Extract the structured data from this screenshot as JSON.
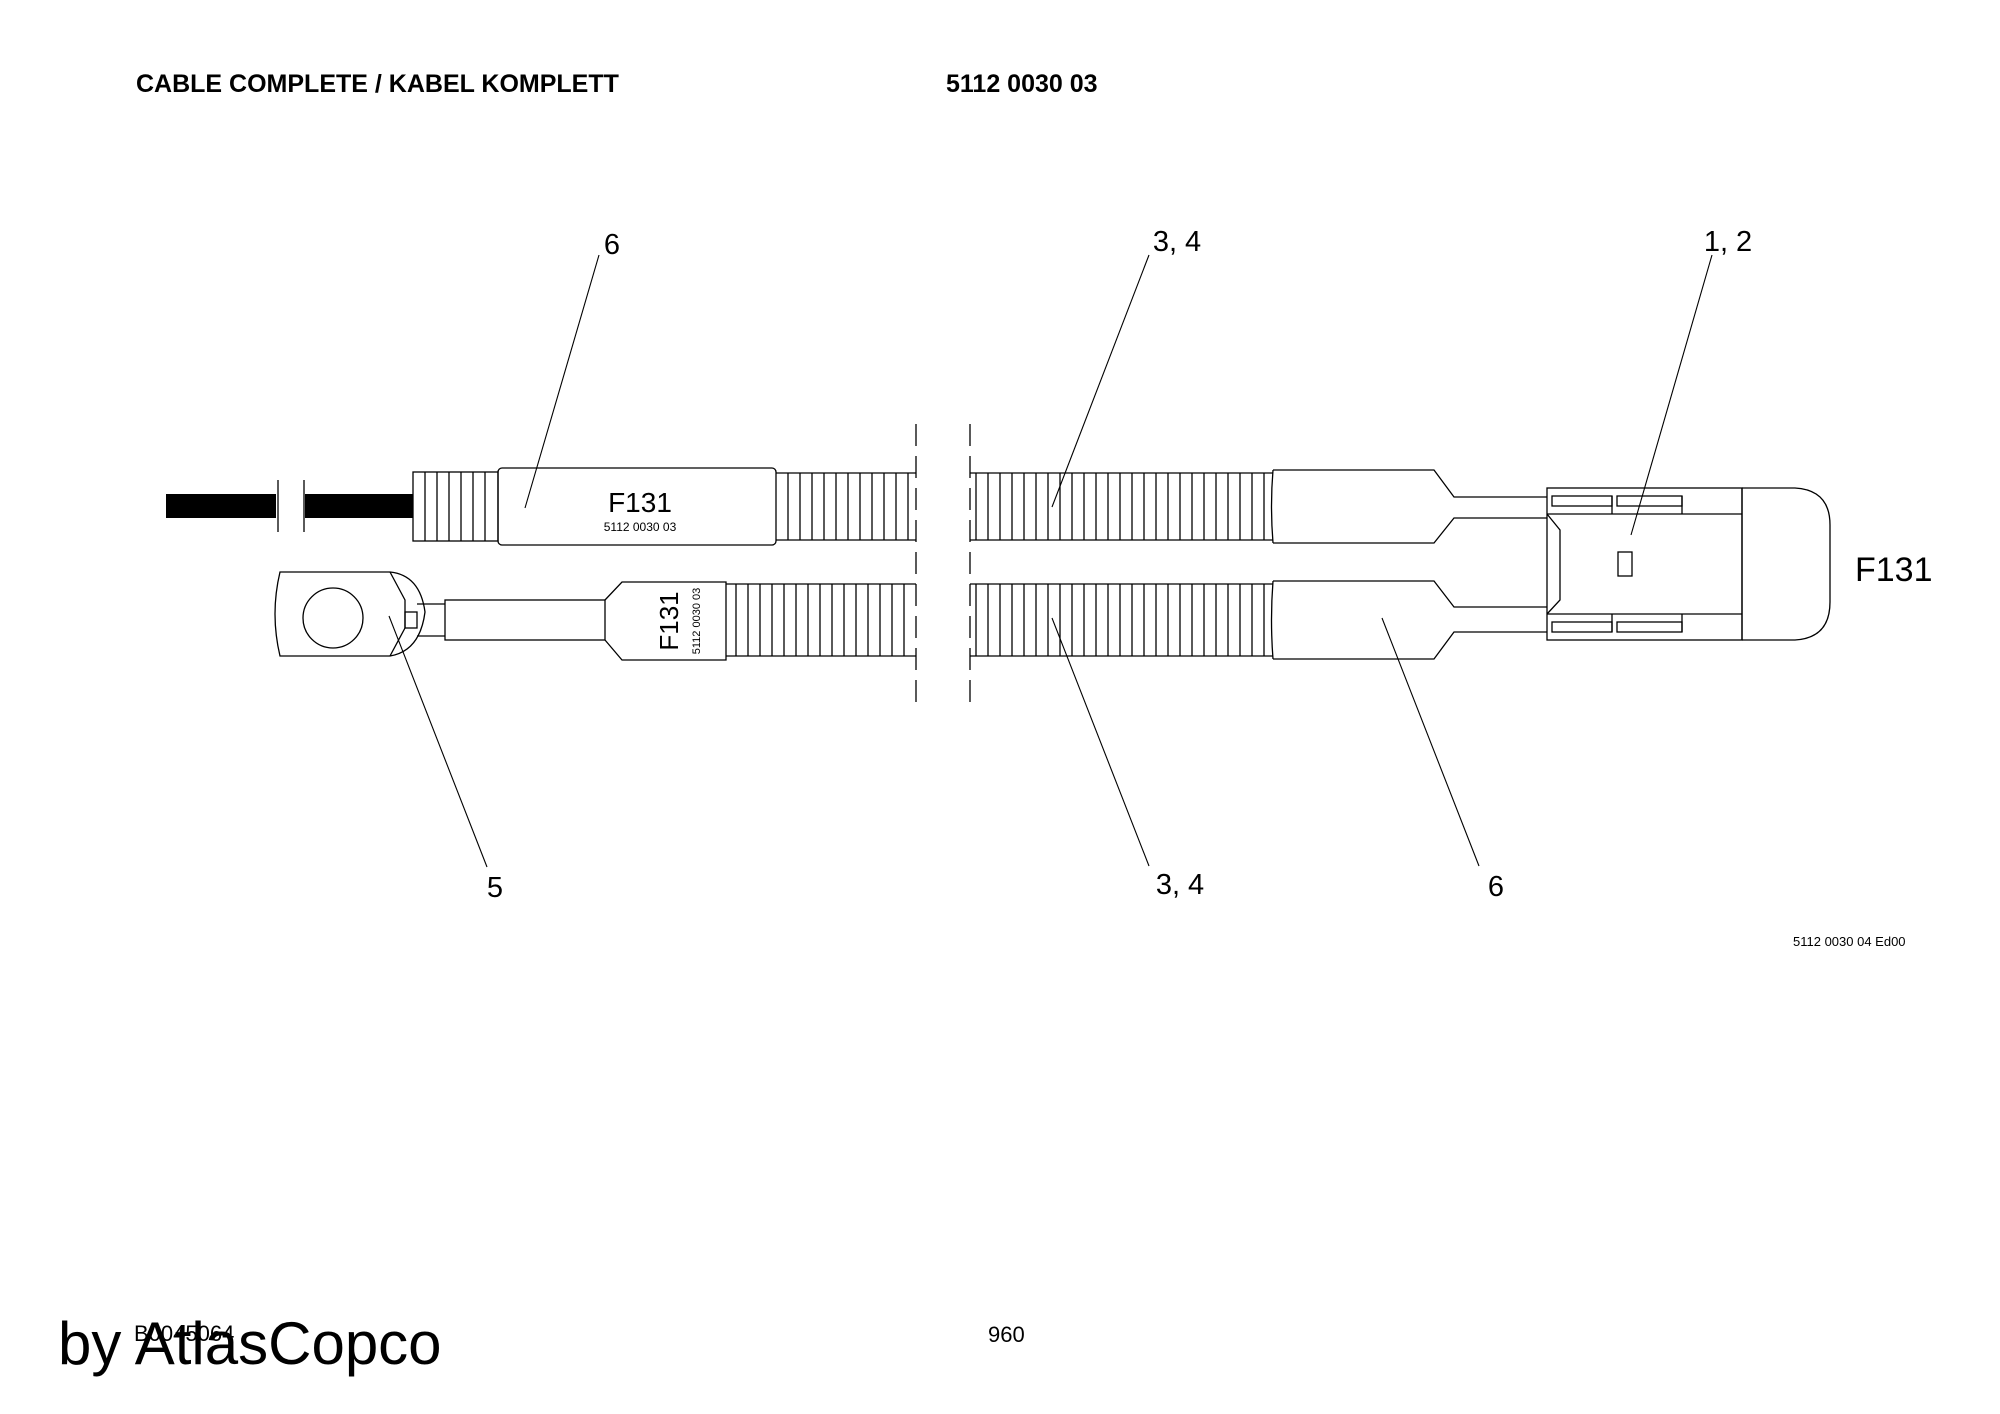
{
  "header": {
    "title": "CABLE COMPLETE / KABEL KOMPLETT",
    "part_number": "5112 0030 03"
  },
  "drawing": {
    "marker_label": "F131",
    "marker_part": "5112  0030  03",
    "plug_label": "F131",
    "callouts": [
      "6",
      "3, 4",
      "1, 2",
      "5",
      "3, 4",
      "6"
    ]
  },
  "footer": {
    "revision": "5112 0030 04 Ed00",
    "doc_code": "B0045064",
    "page_number": "960",
    "watermark": "by AtlasCopco"
  }
}
